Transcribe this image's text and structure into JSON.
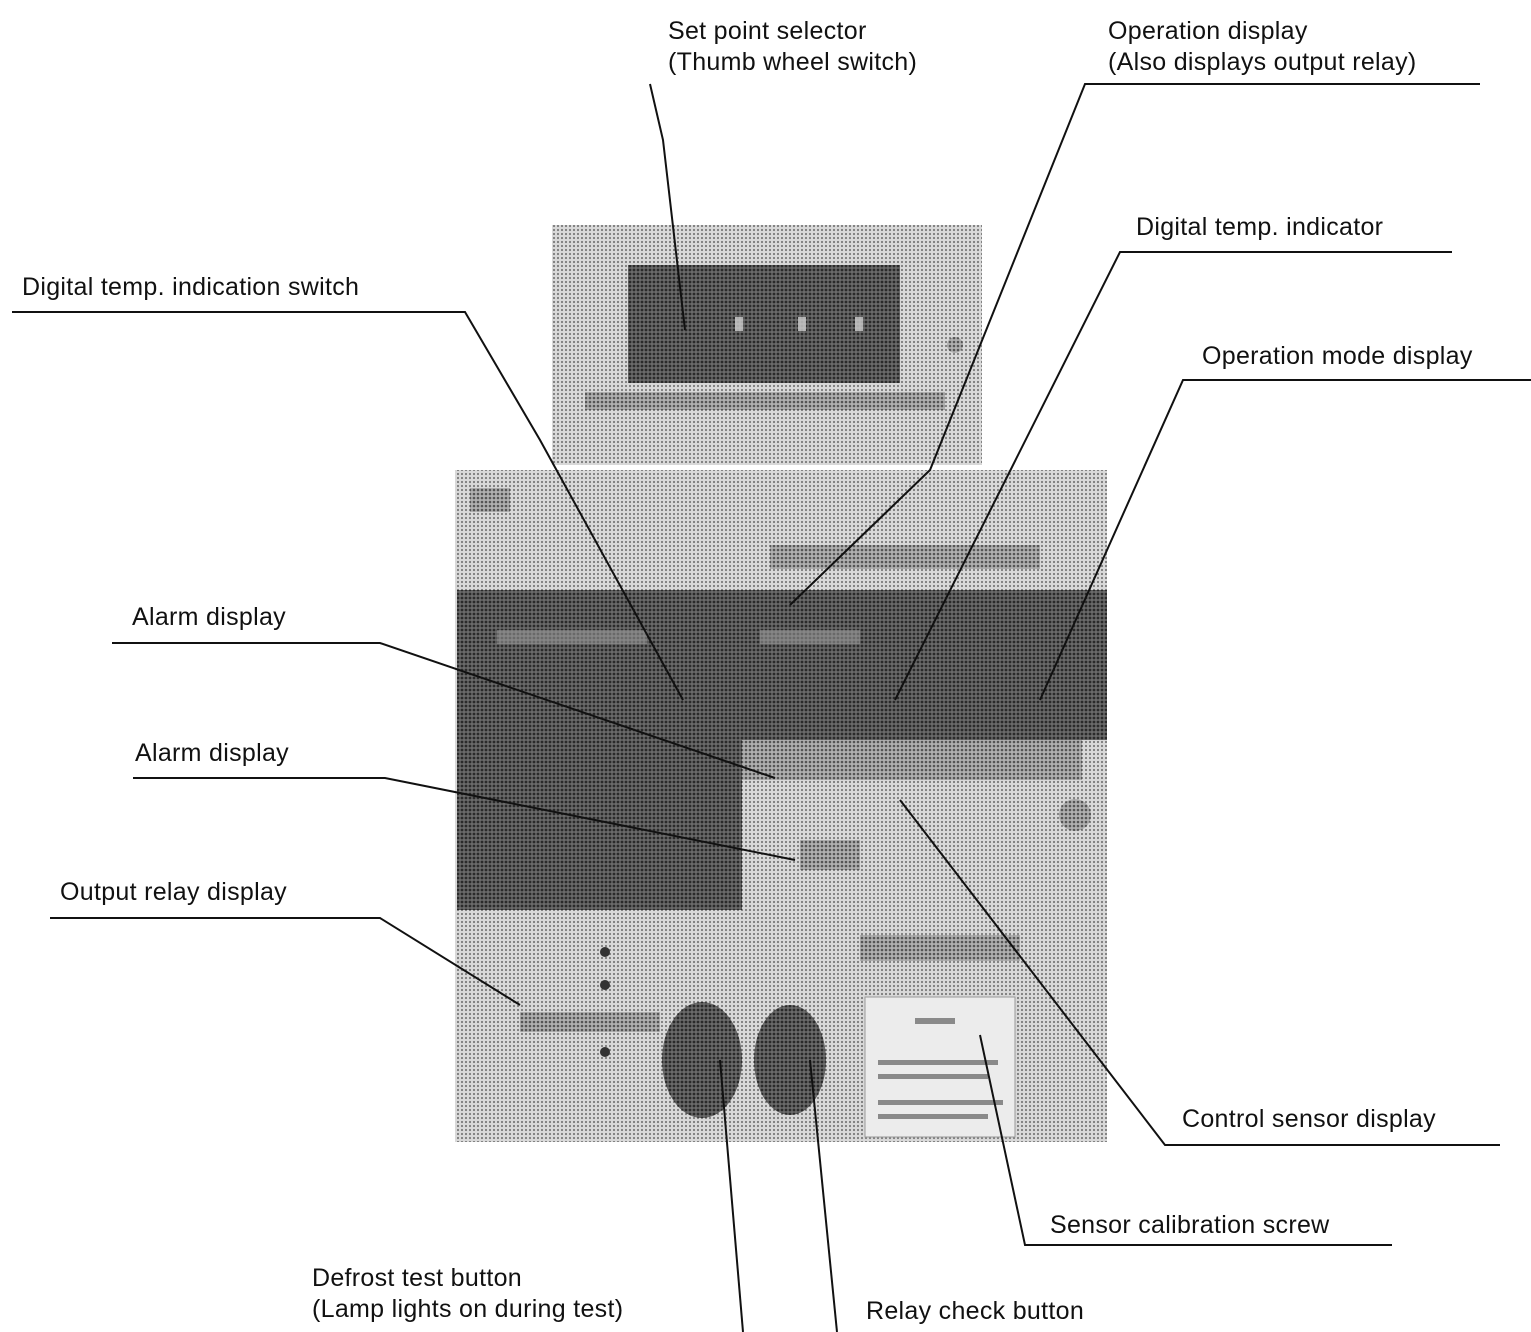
{
  "labels": {
    "set_point_selector": [
      "Set point selector",
      "(Thumb wheel switch)"
    ],
    "operation_display": [
      "Operation display",
      "(Also displays output relay)"
    ],
    "digital_temp_indicator": "Digital temp. indicator",
    "digital_temp_indication_switch": "Digital temp. indication switch",
    "operation_mode_display": "Operation mode display",
    "alarm_display_1": "Alarm display",
    "alarm_display_2": "Alarm display",
    "output_relay_display": "Output relay display",
    "control_sensor_display": "Control sensor display",
    "sensor_calibration_screw": "Sensor calibration screw",
    "defrost_test_button": [
      "Defrost test button",
      "(Lamp lights on during test)"
    ],
    "relay_check_button": "Relay check button"
  },
  "colors": {
    "panel_light": "#bdbdbd",
    "panel_dark": "#555555",
    "panel_mid": "#8a8a8a",
    "line": "#111111"
  }
}
